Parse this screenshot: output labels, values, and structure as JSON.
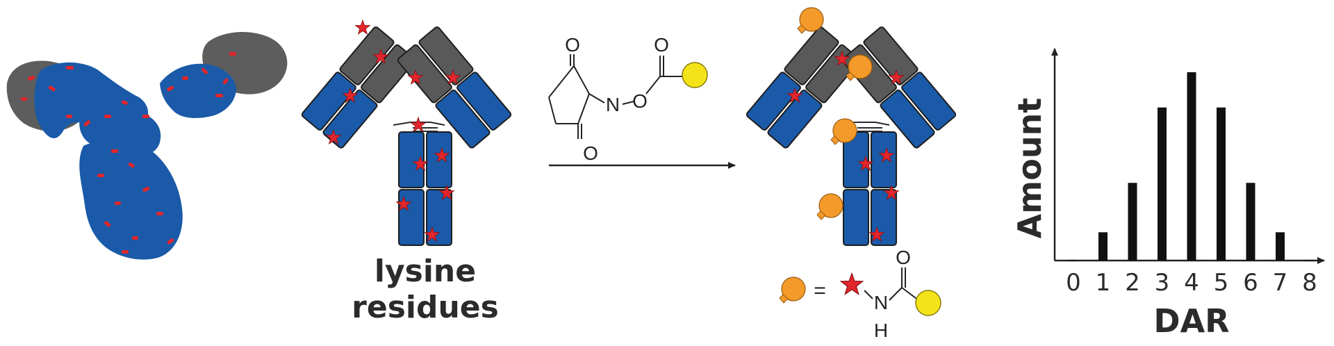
{
  "labels": {
    "lysine_line1": "lysine",
    "lysine_line2": "residues"
  },
  "chemistry": {
    "atom_o_top": "O",
    "atom_n": "N",
    "atom_o_link": "O",
    "atom_o_carbonyl": "O",
    "atom_o_bottom": "O",
    "equals_sign": "=",
    "atom_n_amide": "N",
    "atom_h_amide": "H",
    "atom_o_amide": "O"
  },
  "colors": {
    "antibody_blue": "#1a5aa8",
    "antibody_gray": "#5a5a5a",
    "lysine_red": "#e1262c",
    "payload_orange": "#f39a2a",
    "reagent_yellow": "#f5e31a",
    "bar_black": "#111111"
  },
  "chart_data": {
    "type": "bar",
    "categories": [
      "0",
      "1",
      "2",
      "3",
      "4",
      "5",
      "6",
      "7",
      "8"
    ],
    "values": [
      0.3,
      12,
      33,
      65,
      80,
      65,
      33,
      12,
      0.3
    ],
    "xlabel": "DAR",
    "ylabel": "Amount",
    "ylim": [
      0,
      90
    ],
    "grid": false
  }
}
